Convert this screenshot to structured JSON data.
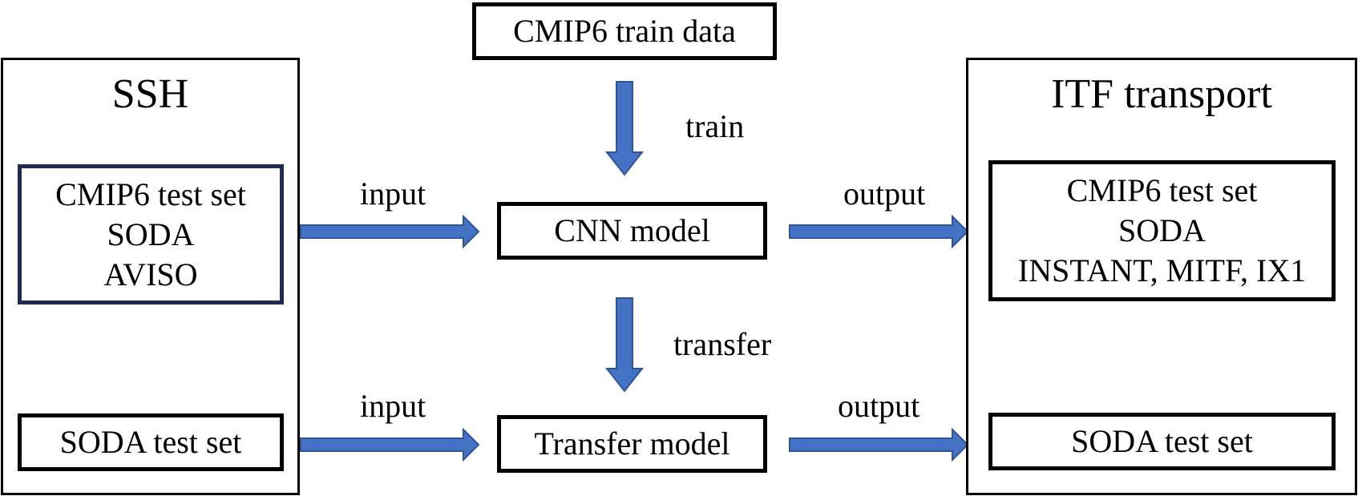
{
  "top_input": {
    "label": "CMIP6 train data"
  },
  "left_panel": {
    "title": "SSH",
    "upper_box_lines": [
      "CMIP6 test set",
      "SODA",
      "AVISO"
    ],
    "lower_box": "SODA test set"
  },
  "center": {
    "cnn_model": "CNN model",
    "transfer_model": "Transfer model"
  },
  "right_panel": {
    "title": "ITF transport",
    "upper_box_lines": [
      "CMIP6 test set",
      "SODA",
      "INSTANT, MITF, IX1"
    ],
    "lower_box": "SODA test set"
  },
  "arrow_labels": {
    "train": "train",
    "transfer": "transfer",
    "input_top": "input",
    "input_bottom": "input",
    "output_top": "output",
    "output_bottom": "output"
  },
  "colors": {
    "arrow": "#4472c4",
    "arrow_outline": "#2f5597",
    "box_border": "#000000",
    "navy_border": "#1f2a55"
  }
}
